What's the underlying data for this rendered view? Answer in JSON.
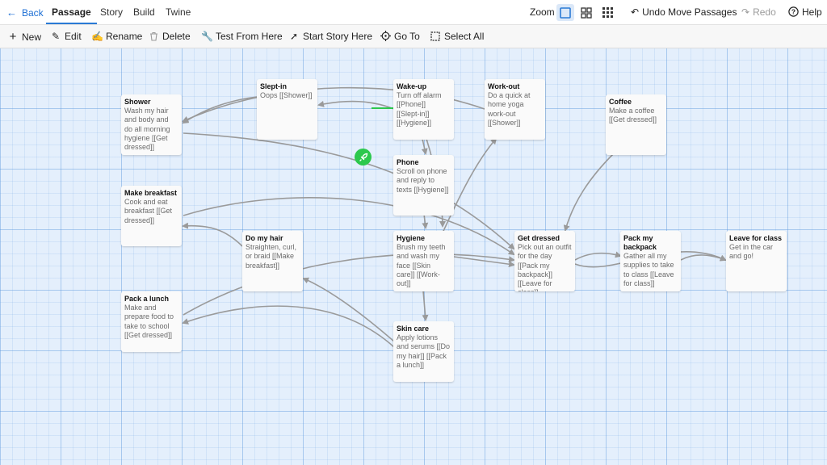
{
  "topbar": {
    "back_label": "Back",
    "tabs": [
      {
        "label": "Passage",
        "active": true
      },
      {
        "label": "Story"
      },
      {
        "label": "Build"
      },
      {
        "label": "Twine"
      }
    ],
    "zoom_label": "Zoom",
    "undo_label": "Undo Move Passages",
    "redo_label": "Redo",
    "help_label": "Help"
  },
  "toolbar": {
    "new_label": "New",
    "edit_label": "Edit",
    "rename_label": "Rename",
    "delete_label": "Delete",
    "test_label": "Test From Here",
    "start_label": "Start Story Here",
    "goto_label": "Go To",
    "selectall_label": "Select All"
  },
  "colors": {
    "accent": "#2a7ad5",
    "start_marker": "#2cc84d",
    "arrow": "#9a9a9a",
    "canvas": "#e4effc"
  },
  "passages": [
    {
      "title": "Shower",
      "excerpt": "Wash my hair and body and do all morning hygiene [[Get dressed]]"
    },
    {
      "title": "Slept-in",
      "excerpt": "Oops [[Shower]]"
    },
    {
      "title": "Wake-up",
      "excerpt": "Turn off alarm [[Phone]] [[Slept-in]] [[Hygiene]]"
    },
    {
      "title": "Work-out",
      "excerpt": "Do a quick at home yoga work-out [[Shower]]"
    },
    {
      "title": "Coffee",
      "excerpt": "Make a coffee [[Get dressed]]"
    },
    {
      "title": "Phone",
      "excerpt": "Scroll on phone and reply to texts [[Hygiene]]"
    },
    {
      "title": "Make breakfast",
      "excerpt": "Cook and eat breakfast [[Get dressed]]"
    },
    {
      "title": "Do my hair",
      "excerpt": "Straighten, curl, or braid [[Make breakfast]]"
    },
    {
      "title": "Hygiene",
      "excerpt": "Brush my teeth and wash my face [[Skin care]] [[Work-out]]"
    },
    {
      "title": "Get dressed",
      "excerpt": "Pick out an outfit for the day [[Pack my backpack]] [[Leave for class]]"
    },
    {
      "title": "Pack my backpack",
      "excerpt": "Gather all my supplies to take to class [[Leave for class]]"
    },
    {
      "title": "Leave for class",
      "excerpt": "Get in the car and go!"
    },
    {
      "title": "Pack a lunch",
      "excerpt": "Make and prepare food to take to school [[Get dressed]]"
    },
    {
      "title": "Skin care",
      "excerpt": "Apply lotions and serums [[Do my hair]] [[Pack a lunch]]"
    }
  ]
}
